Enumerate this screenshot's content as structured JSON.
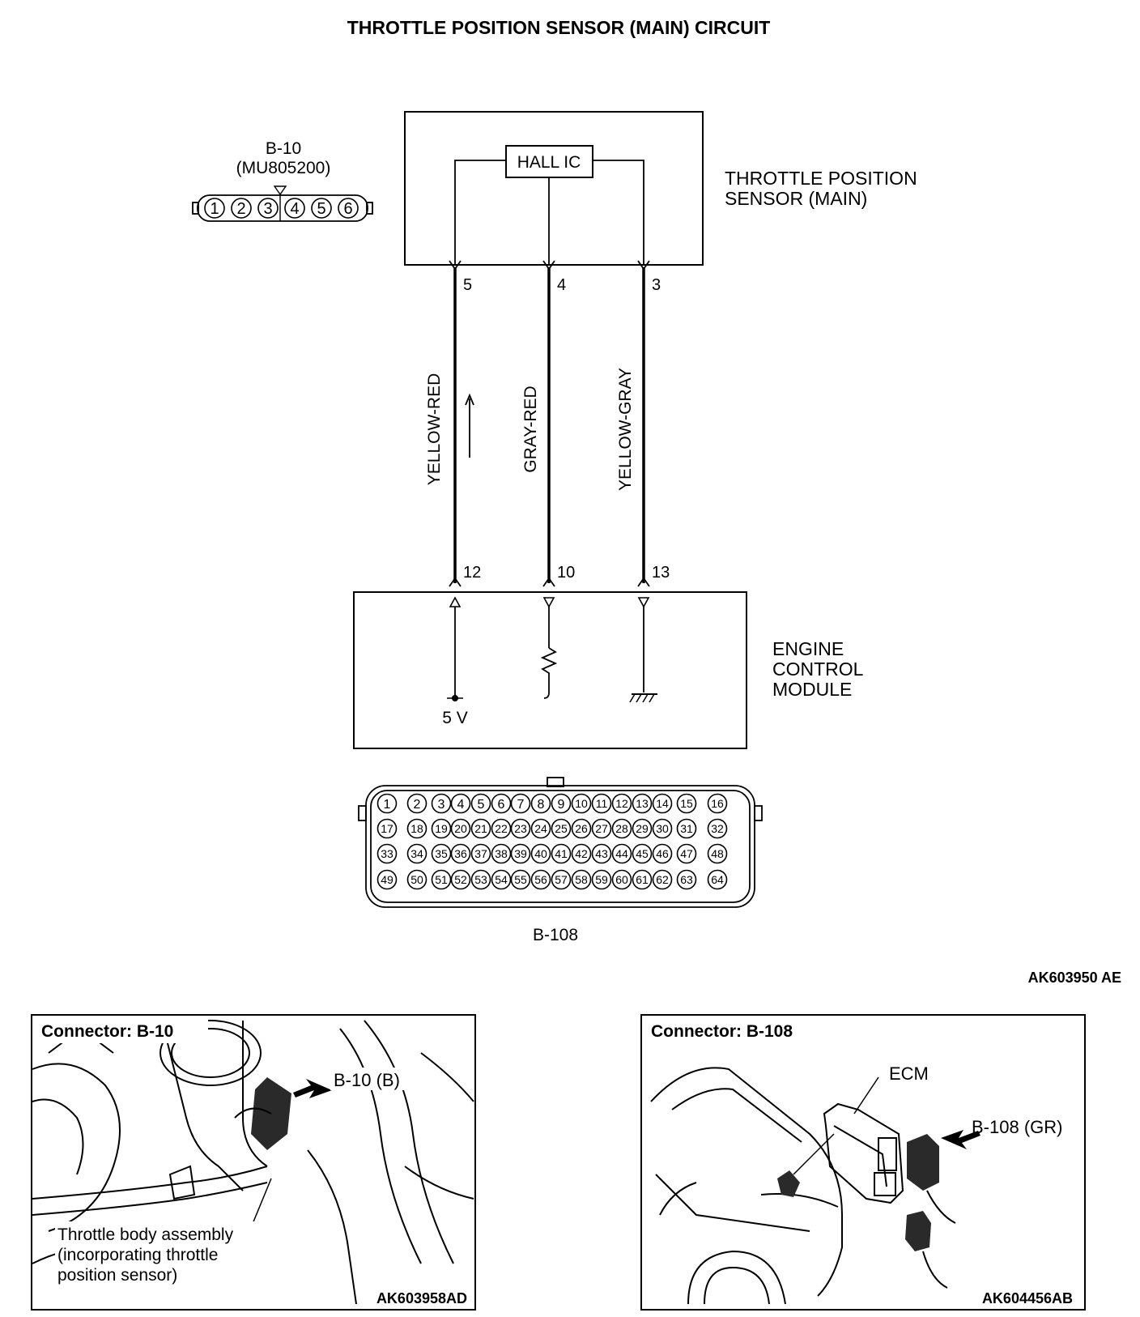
{
  "title": "THROTTLE POSITION SENSOR (MAIN) CIRCUIT",
  "sensor_connector": {
    "id": "B-10",
    "part_no": "(MU805200)",
    "pins": [
      "1",
      "2",
      "3",
      "4",
      "5",
      "6"
    ]
  },
  "sensor": {
    "label_line1": "THROTTLE POSITION",
    "label_line2": "SENSOR (MAIN)",
    "ic_label": "HALL IC"
  },
  "wires": [
    {
      "sensor_pin": "5",
      "color": "YELLOW-RED",
      "ecm_pin": "12"
    },
    {
      "sensor_pin": "4",
      "color": "GRAY-RED",
      "ecm_pin": "10"
    },
    {
      "sensor_pin": "3",
      "color": "YELLOW-GRAY",
      "ecm_pin": "13"
    }
  ],
  "ecm": {
    "label_line1": "ENGINE",
    "label_line2": "CONTROL",
    "label_line3": "MODULE",
    "supply_label": "5 V"
  },
  "ecm_connector": {
    "id": "B-108",
    "rows": [
      [
        "1",
        "2",
        "3",
        "4",
        "5",
        "6",
        "7",
        "8",
        "9",
        "10",
        "11",
        "12",
        "13",
        "14",
        "15",
        "16"
      ],
      [
        "17",
        "18",
        "19",
        "20",
        "21",
        "22",
        "23",
        "24",
        "25",
        "26",
        "27",
        "28",
        "29",
        "30",
        "31",
        "32"
      ],
      [
        "33",
        "34",
        "35",
        "36",
        "37",
        "38",
        "39",
        "40",
        "41",
        "42",
        "43",
        "44",
        "45",
        "46",
        "47",
        "48"
      ],
      [
        "49",
        "50",
        "51",
        "52",
        "53",
        "54",
        "55",
        "56",
        "57",
        "58",
        "59",
        "60",
        "61",
        "62",
        "63",
        "64"
      ]
    ]
  },
  "figure_code": "AK603950 AE",
  "panel_left": {
    "title": "Connector: B-10",
    "callout": "B-10 (B)",
    "caption_line1": "Throttle body assembly",
    "caption_line2": "(incorporating throttle",
    "caption_line3": "position sensor)",
    "code": "AK603958AD"
  },
  "panel_right": {
    "title": "Connector: B-108",
    "ecm_label": "ECM",
    "callout": "B-108 (GR)",
    "code": "AK604456AB"
  }
}
